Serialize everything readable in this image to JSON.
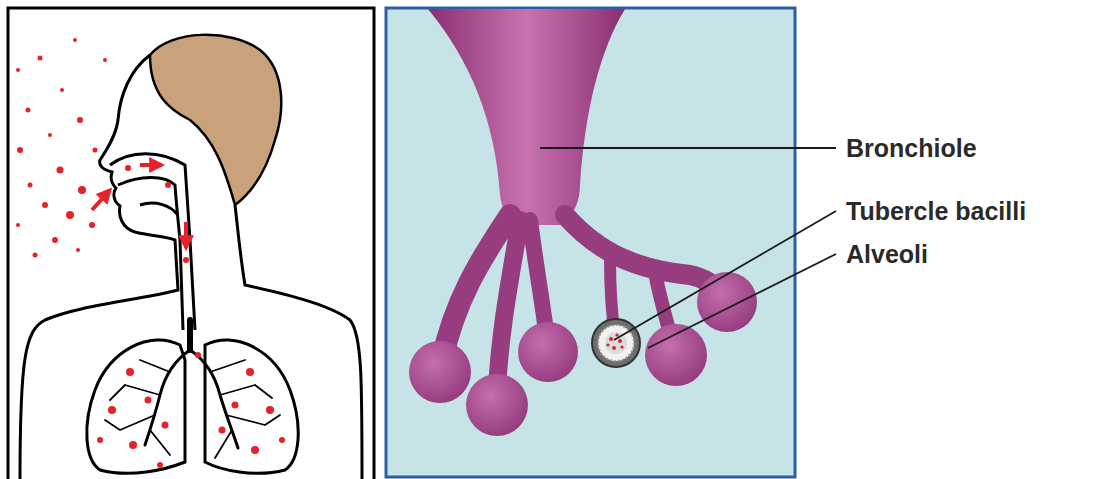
{
  "diagram": {
    "labels": [
      "Bronchiole",
      "Tubercle bacilli",
      "Alveoli"
    ]
  }
}
